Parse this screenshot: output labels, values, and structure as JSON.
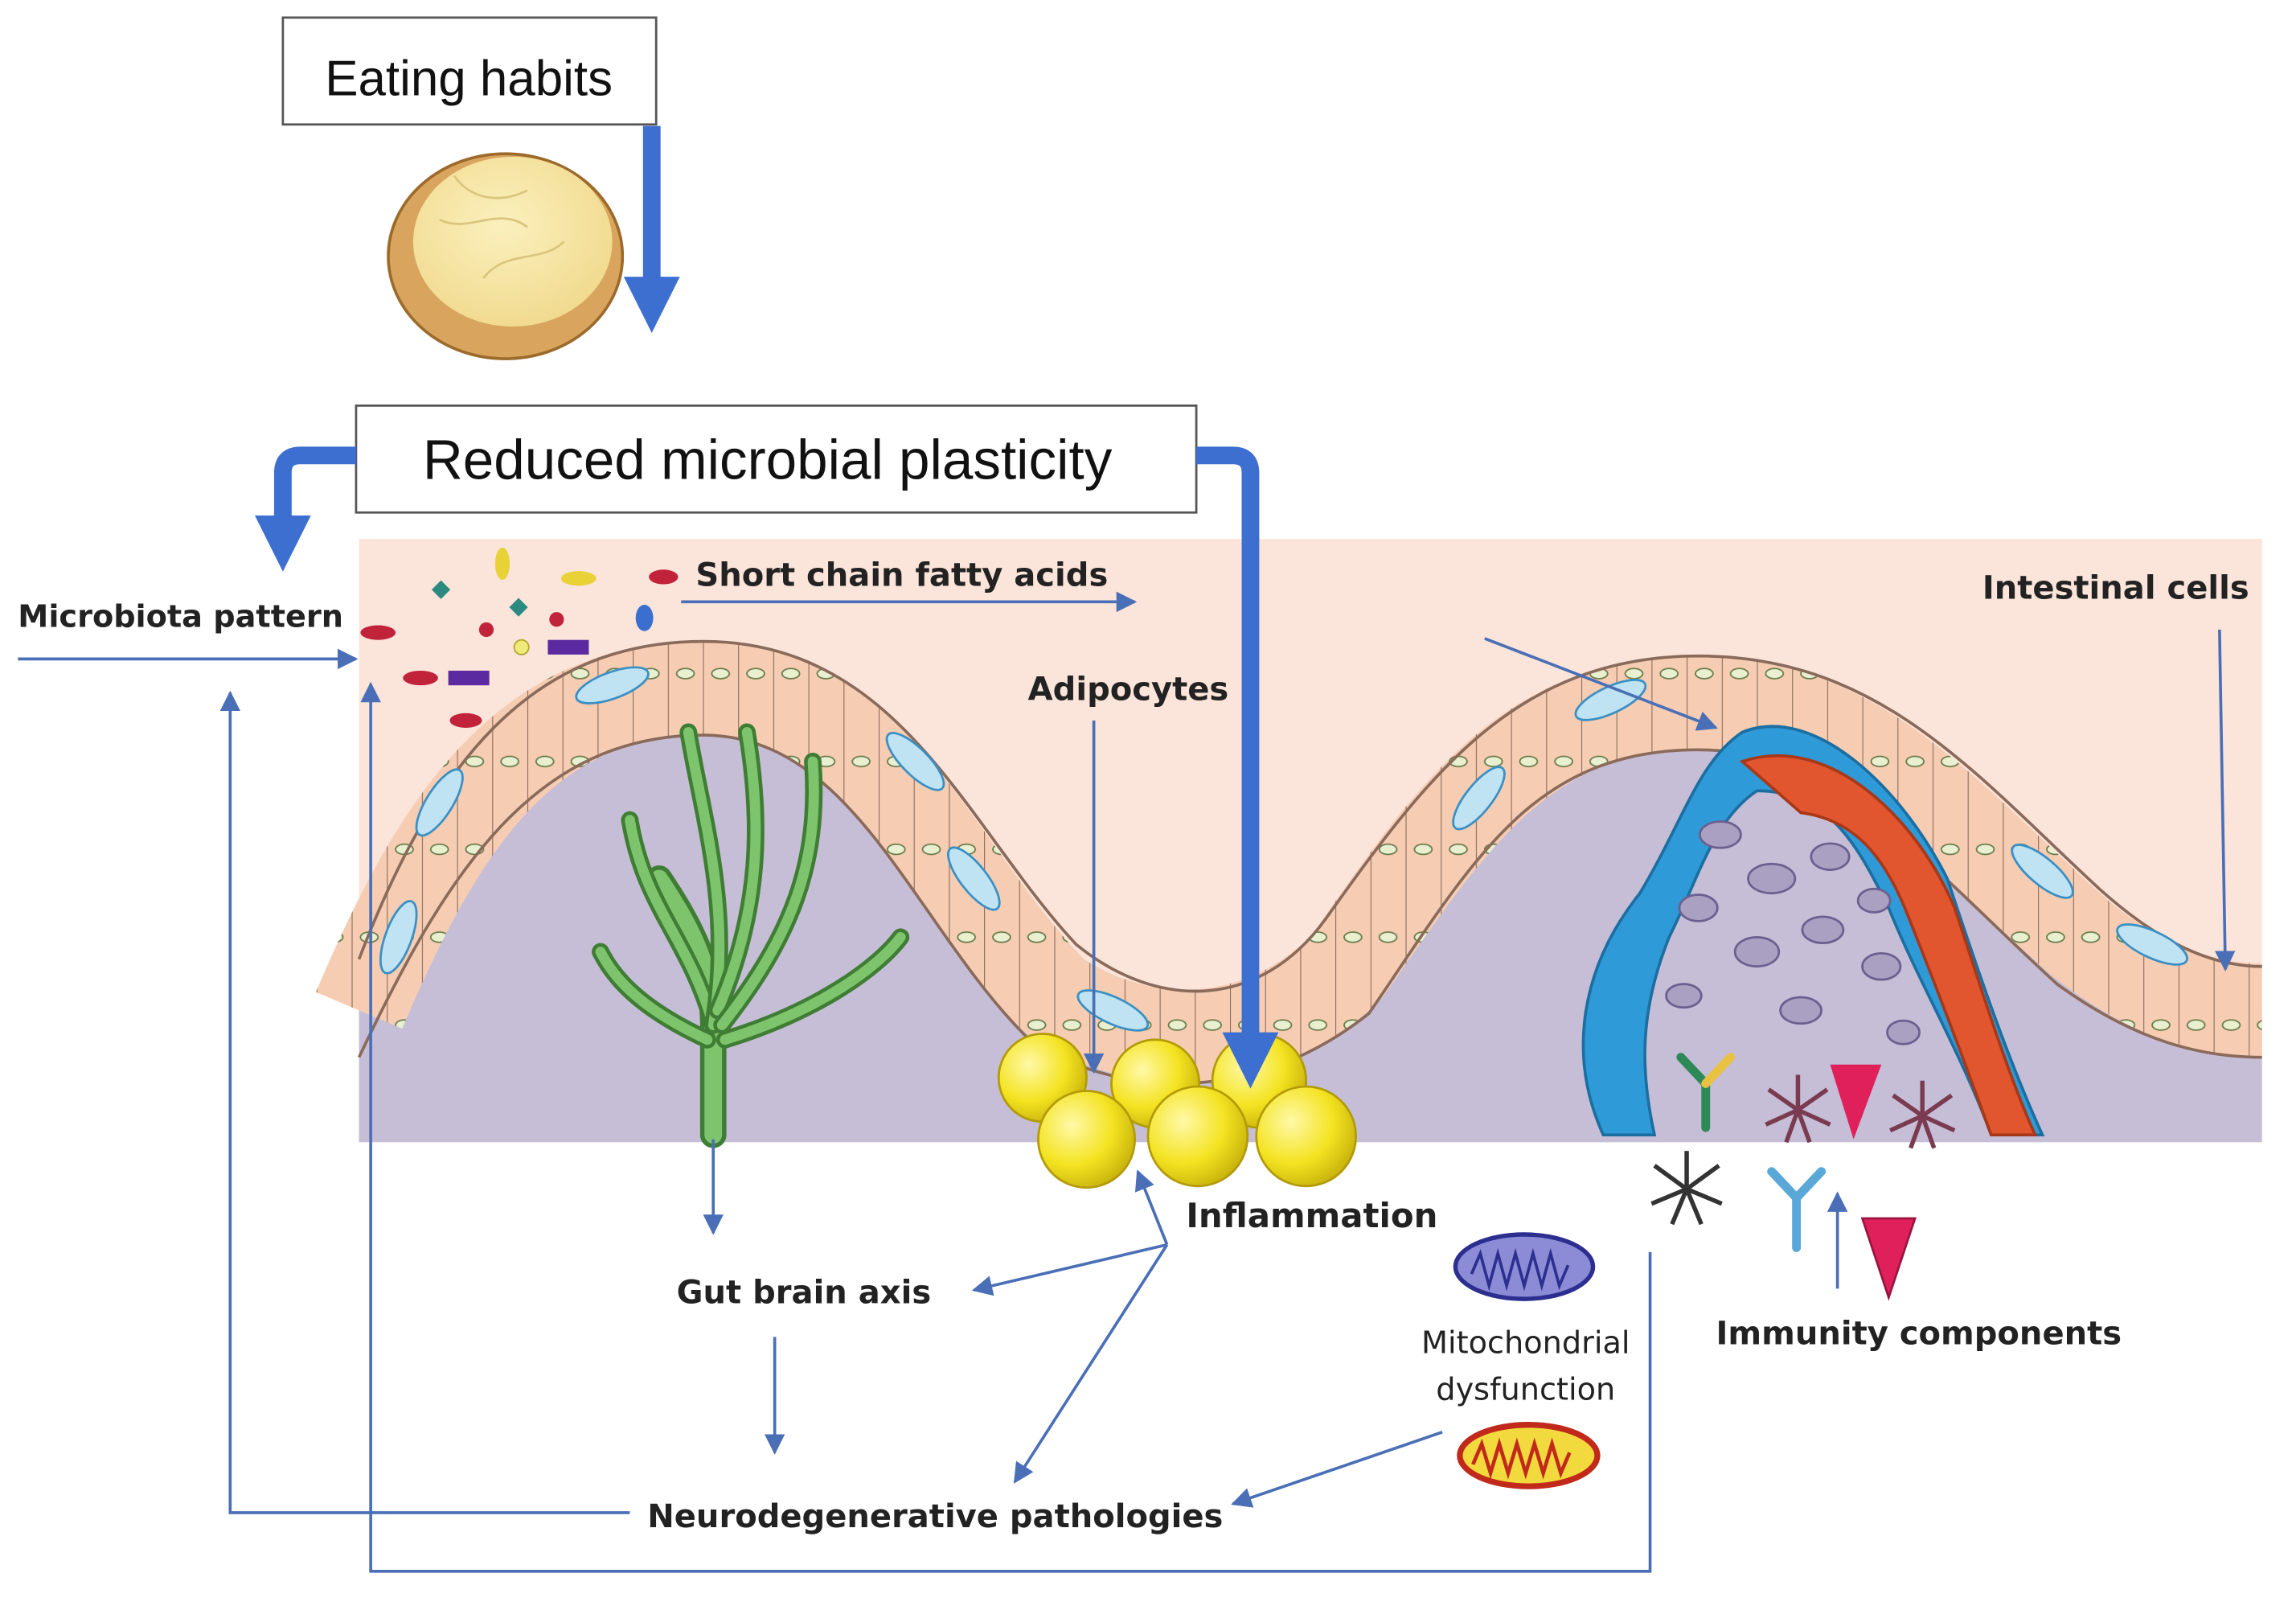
{
  "title_box": {
    "text": "Eating habits"
  },
  "main_box": {
    "text": "Reduced microbial plasticity"
  },
  "labels": {
    "microbiota_pattern": "Microbiota pattern",
    "scfa": "Short chain fatty acids",
    "adipocytes": "Adipocytes",
    "intestinal_cells": "Intestinal cells",
    "inflammation": "Inflammation",
    "gut_brain_axis": "Gut brain axis",
    "mito_line1": "Mitochondrial",
    "mito_line2": "dysfunction",
    "immunity": "Immunity components",
    "neuro": "Neurodegenerative pathologies"
  },
  "colors": {
    "box_border": "#555555",
    "thick_arrow": "#3d6fd0",
    "thin_arrow": "#4a6fb6",
    "lumen": "#fbe4da",
    "tissue": "#c6bdd6",
    "epithelium": "#f6cdb3",
    "nerve": "#6cb35c",
    "vein": "#2e9ad8",
    "artery": "#e2562f",
    "adipocyte": "#f4e321",
    "bread": "#f6e6a2",
    "crust": "#d9a55e"
  },
  "icons": [
    "bread-slice-icon",
    "nerve-icon",
    "blood-vessel-icon",
    "adipocyte-icon",
    "antibody-icon",
    "dendritic-cell-icon",
    "mitochondrion-icon",
    "bacteria-icon"
  ]
}
